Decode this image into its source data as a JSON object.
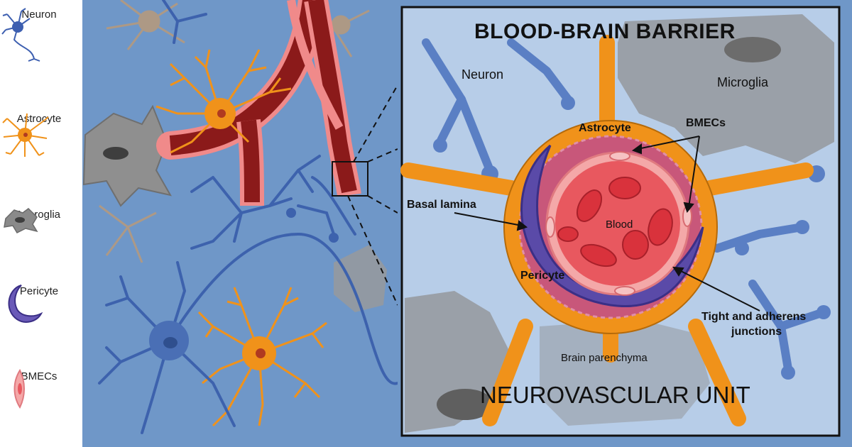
{
  "legend": {
    "items": [
      {
        "label": "Neuron",
        "icon": "neuron-icon"
      },
      {
        "label": "Astrocyte",
        "icon": "astrocyte-icon"
      },
      {
        "label": "Microglia",
        "icon": "microglia-icon"
      },
      {
        "label": "Pericyte",
        "icon": "pericyte-icon"
      },
      {
        "label": "BMECs",
        "icon": "bmec-icon"
      }
    ]
  },
  "inset": {
    "title": "BLOOD-BRAIN BARRIER",
    "subtitle": "NEUROVASCULAR UNIT",
    "labels": {
      "neuron": "Neuron",
      "microglia": "Microglia",
      "astrocyte": "Astrocyte",
      "bmecs": "BMECs",
      "basal_lamina": "Basal lamina",
      "blood": "Blood",
      "pericyte": "Pericyte",
      "tight_junctions_line1": "Tight and adherens",
      "tight_junctions_line2": "junctions",
      "brain_parenchyma": "Brain parenchyma"
    }
  },
  "colors": {
    "tissue_bg": "#6f97c8",
    "inset_bg": "#b7cde8",
    "neuron": "#4a6fb5",
    "astrocyte": "#f0921a",
    "microglia": "#8d8d8d",
    "vessel": "#8b1a1a",
    "vessel_glow": "#f08a8a",
    "basal_lamina": "#c8577a",
    "pericyte": "#5a4aa8",
    "blood": "#e8585f"
  }
}
